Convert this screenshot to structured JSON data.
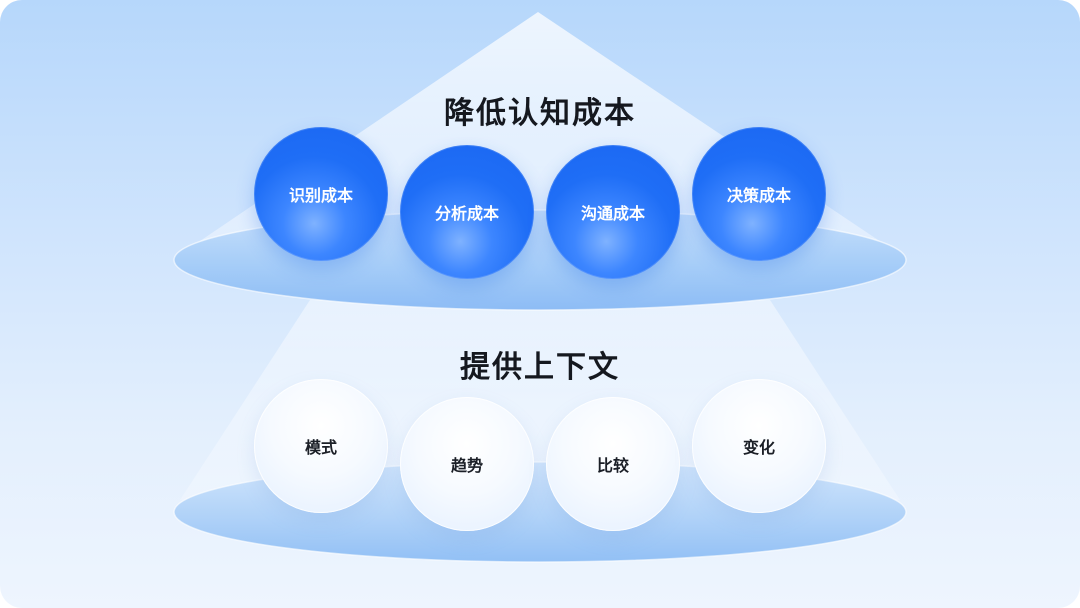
{
  "top_group": {
    "title": "降低认知成本",
    "items": [
      {
        "label": "识别成本"
      },
      {
        "label": "分析成本"
      },
      {
        "label": "沟通成本"
      },
      {
        "label": "决策成本"
      }
    ]
  },
  "bottom_group": {
    "title": "提供上下文",
    "items": [
      {
        "label": "模式"
      },
      {
        "label": "趋势"
      },
      {
        "label": "比较"
      },
      {
        "label": "变化"
      }
    ]
  },
  "colors": {
    "accent_blue": "#1f6ef6",
    "background_top": "#b6d7fb",
    "background_bottom": "#eef5fe",
    "title_text": "#15181f"
  }
}
